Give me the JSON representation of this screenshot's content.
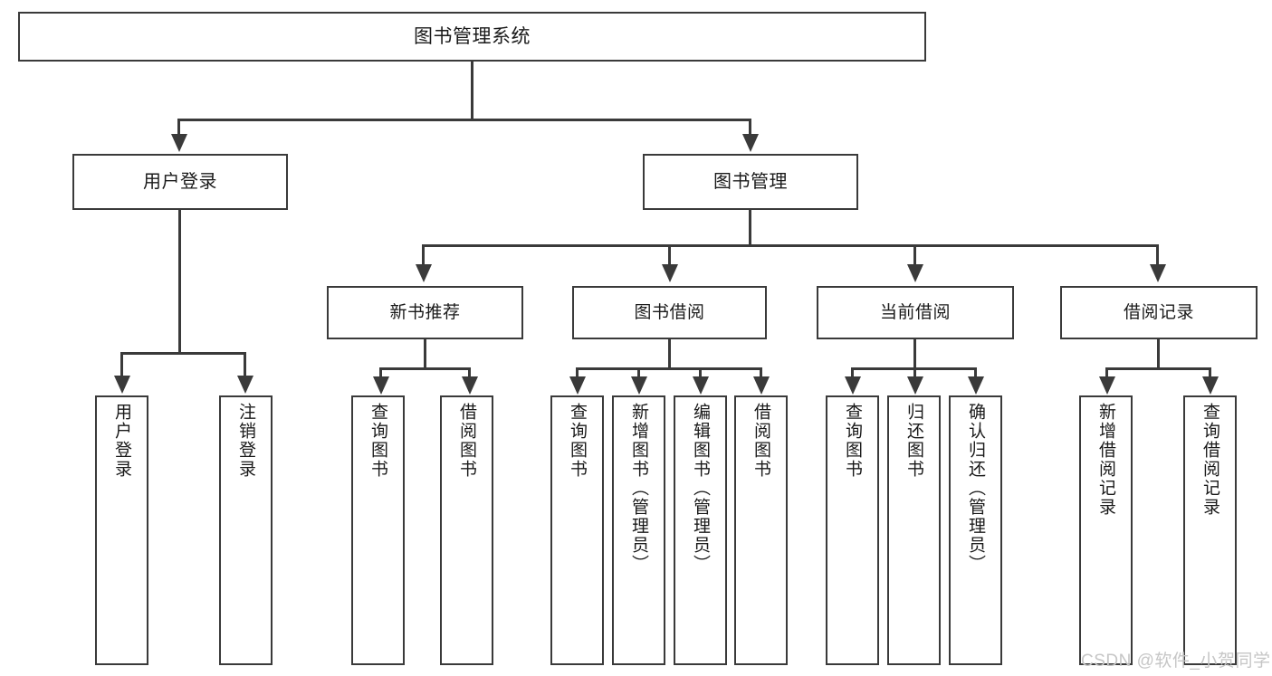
{
  "diagram": {
    "title": "图书管理系统",
    "type": "functional-structure-tree",
    "root": {
      "label": "图书管理系统"
    },
    "level2": [
      {
        "label": "用户登录"
      },
      {
        "label": "图书管理"
      }
    ],
    "level3": [
      {
        "label": "新书推荐"
      },
      {
        "label": "图书借阅"
      },
      {
        "label": "当前借阅"
      },
      {
        "label": "借阅记录"
      }
    ],
    "leaves": {
      "user_login": [
        {
          "label": "用户登录"
        },
        {
          "label": "注销登录"
        }
      ],
      "new_book_recommend": [
        {
          "label": "查询图书"
        },
        {
          "label": "借阅图书"
        }
      ],
      "book_borrow": [
        {
          "label": "查询图书"
        },
        {
          "label": "新增图书（管理员）"
        },
        {
          "label": "编辑图书（管理员）"
        },
        {
          "label": "借阅图书"
        }
      ],
      "current_borrow": [
        {
          "label": "查询图书"
        },
        {
          "label": "归还图书"
        },
        {
          "label": "确认归还（管理员）"
        }
      ],
      "borrow_record": [
        {
          "label": "新增借阅记录"
        },
        {
          "label": "查询借阅记录"
        }
      ]
    }
  },
  "watermark": {
    "text": "CSDN @软件_小贺同学"
  },
  "colors": {
    "stroke": "#3a3a3a",
    "background": "#ffffff",
    "text": "#1a1a1a",
    "watermark": "#c6c6c6"
  }
}
